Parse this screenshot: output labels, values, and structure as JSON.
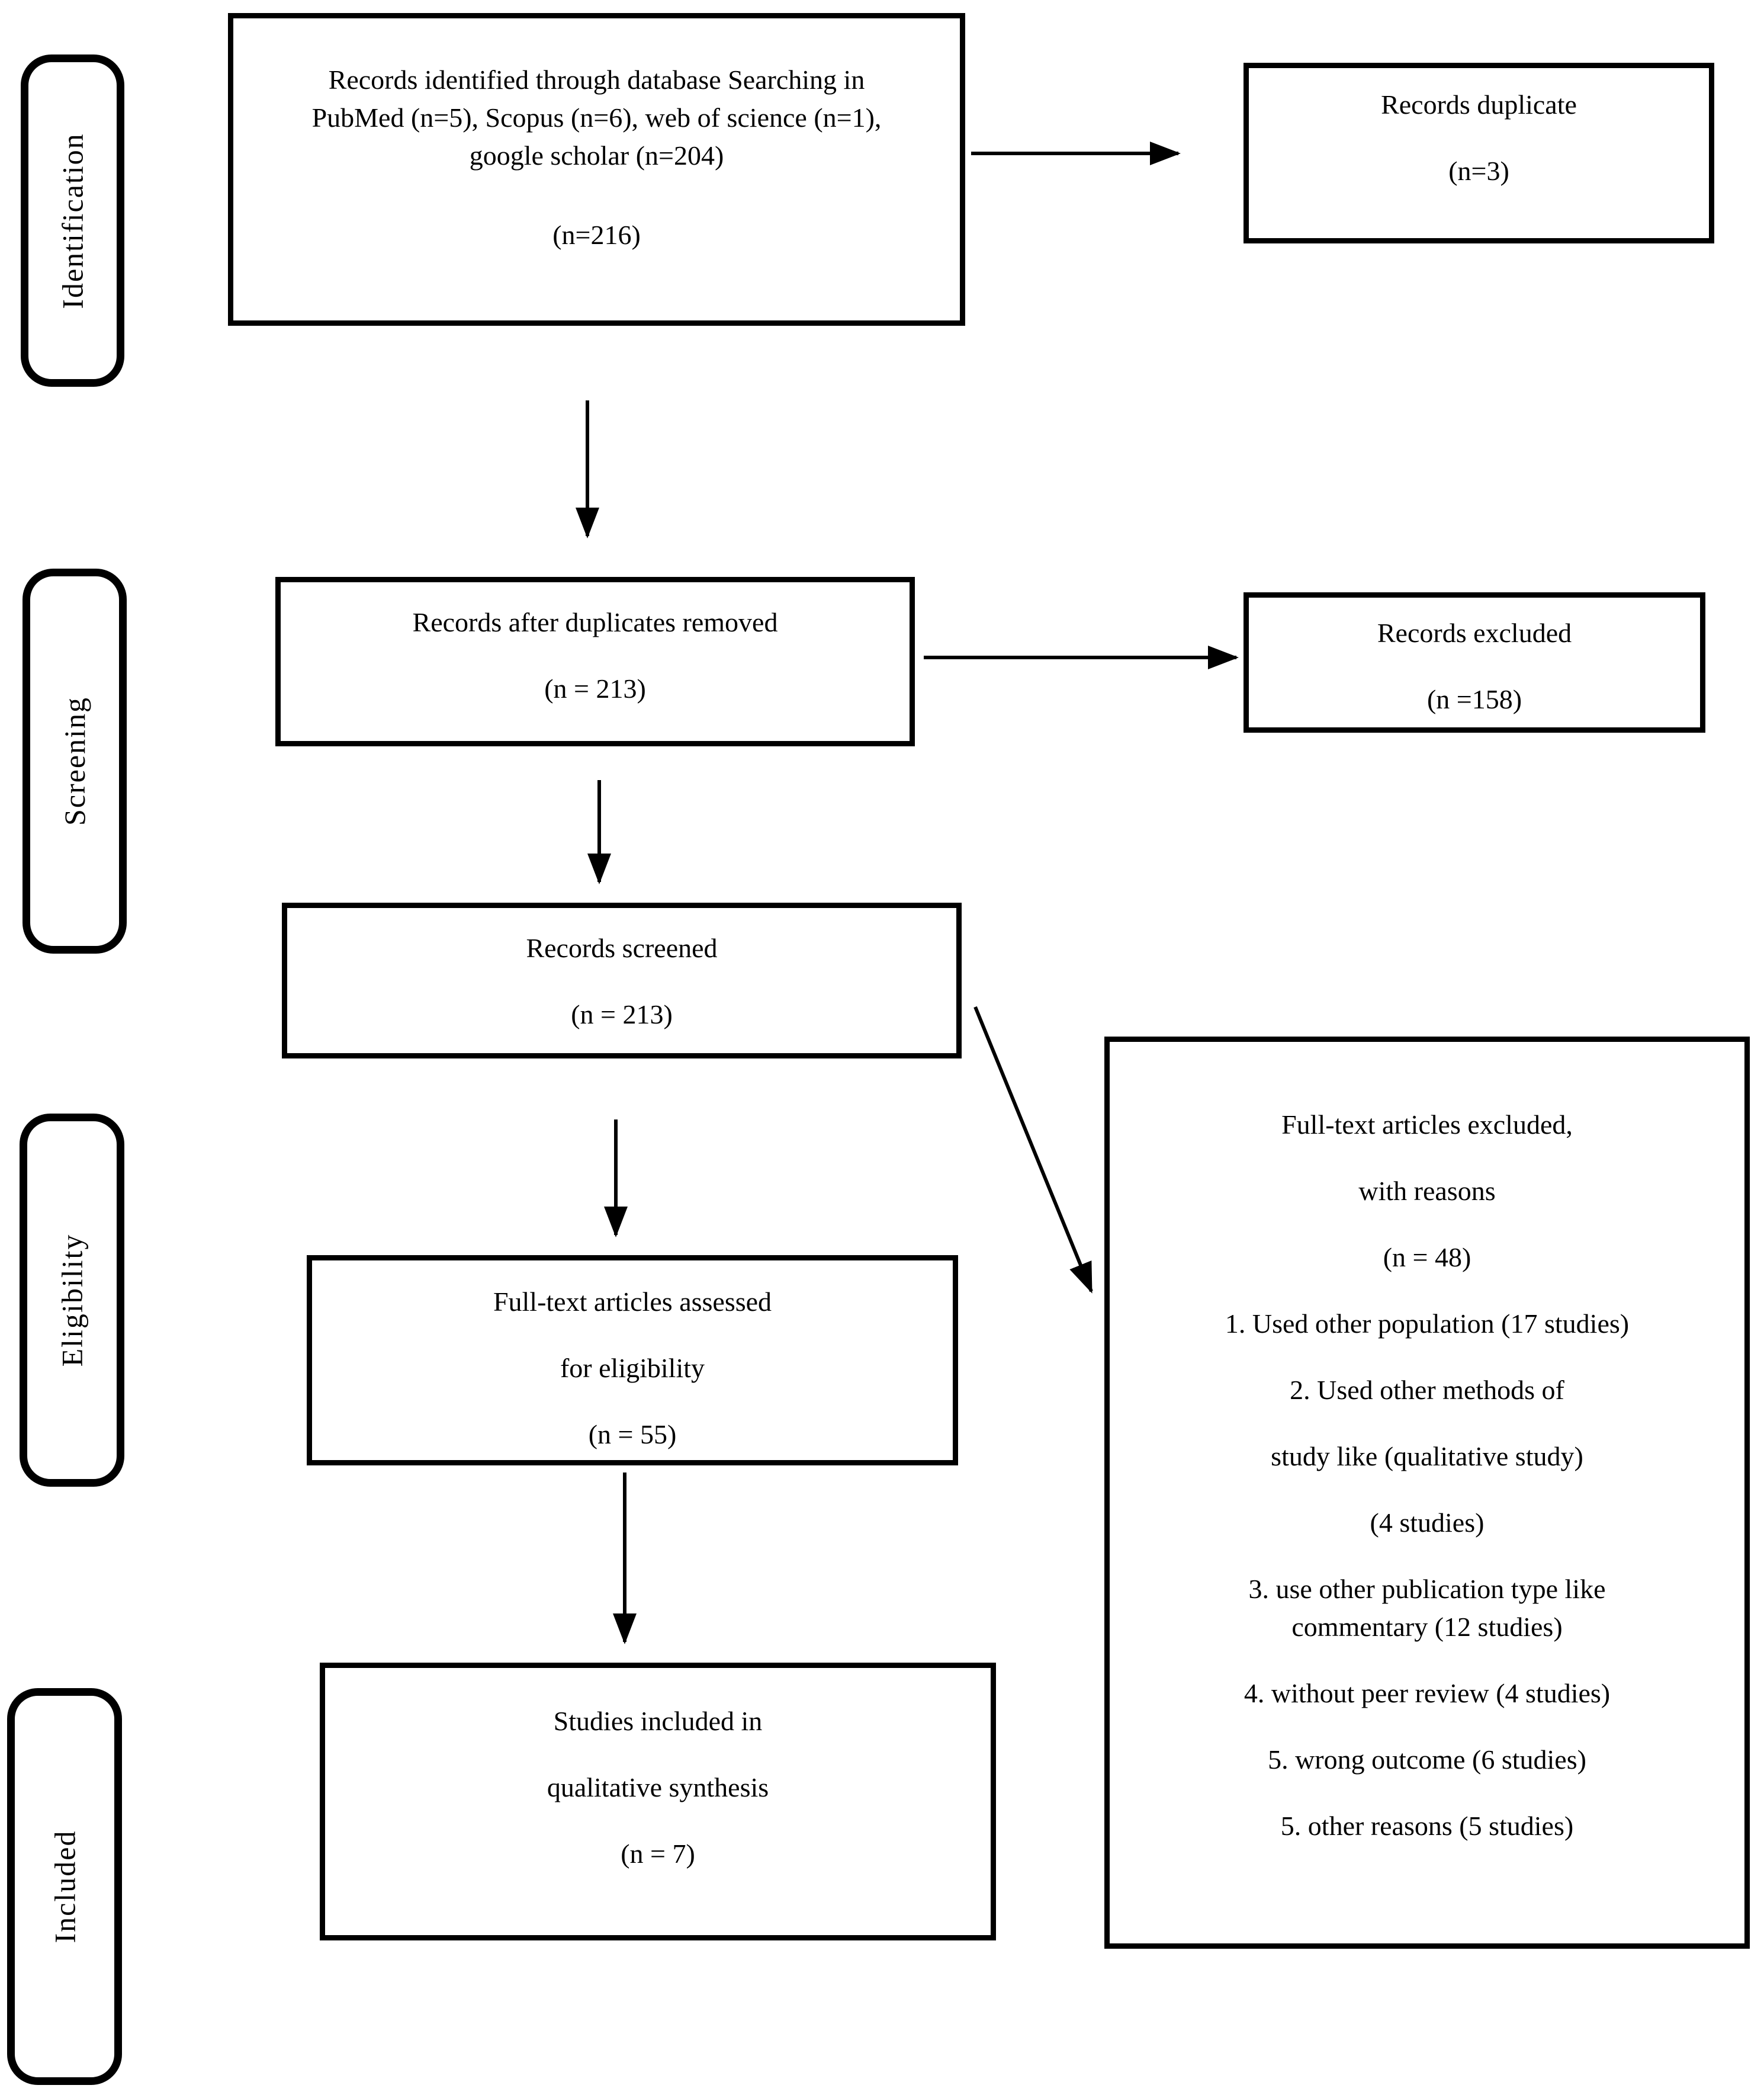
{
  "diagram": {
    "title": "PRISMA study selection flow diagram",
    "stages": [
      {
        "label": "Identification"
      },
      {
        "label": "Screening"
      },
      {
        "label": "Eligibility"
      },
      {
        "label": "Included"
      }
    ],
    "boxes": {
      "identified": {
        "lines": [
          "Records identified through database Searching in",
          "PubMed (n=5), Scopus (n=6), web of science (n=1),",
          "google scholar (n=204)",
          "(n=216)"
        ]
      },
      "duplicate": {
        "lines": [
          "Records duplicate",
          "(n=3)"
        ]
      },
      "after_duplicates": {
        "lines": [
          "Records after duplicates removed",
          "(n = 213)"
        ]
      },
      "excluded": {
        "lines": [
          "Records excluded",
          "(n =158)"
        ]
      },
      "screened": {
        "lines": [
          "Records screened",
          "(n = 213)"
        ]
      },
      "fulltext_assessed": {
        "lines": [
          "Full-text articles assessed",
          "for eligibility",
          "(n = 55)"
        ]
      },
      "fulltext_excluded": {
        "lines": [
          "Full-text articles excluded,",
          "with reasons",
          "(n = 48)",
          "1. Used other population (17 studies)",
          "2. Used other methods of",
          "study like (qualitative study)",
          "(4 studies)",
          "3. use other publication type like\ncommentary (12 studies)",
          "4. without peer review (4 studies)",
          "5. wrong outcome (6 studies)",
          "5. other reasons (5 studies)"
        ]
      },
      "included_studies": {
        "lines": [
          "Studies included in",
          "qualitative synthesis",
          "(n = 7)"
        ]
      }
    },
    "arrows": [
      {
        "from": "records-identified",
        "to": "records-after-duplicates"
      },
      {
        "from": "records-identified",
        "to": "records-duplicate"
      },
      {
        "from": "records-after-duplicates",
        "to": "records-excluded"
      },
      {
        "from": "records-after-duplicates",
        "to": "records-screened"
      },
      {
        "from": "records-screened",
        "to": "fulltext-articles-excluded"
      },
      {
        "from": "records-screened",
        "to": "fulltext-articles-assessed"
      },
      {
        "from": "fulltext-articles-assessed",
        "to": "studies-included"
      }
    ],
    "colors": {
      "line": "#000000",
      "background": "#ffffff"
    }
  }
}
